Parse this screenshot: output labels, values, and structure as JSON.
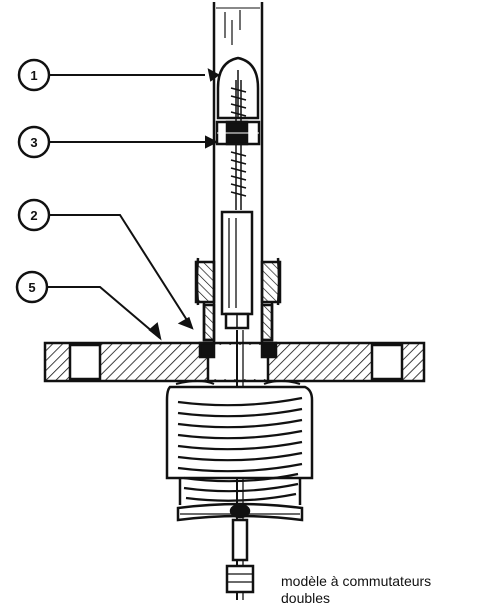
{
  "callouts": [
    {
      "number": "1"
    },
    {
      "number": "3"
    },
    {
      "number": "2"
    },
    {
      "number": "5"
    }
  ],
  "caption": {
    "line1": "modèle à commutateurs",
    "line2": "doubles"
  }
}
